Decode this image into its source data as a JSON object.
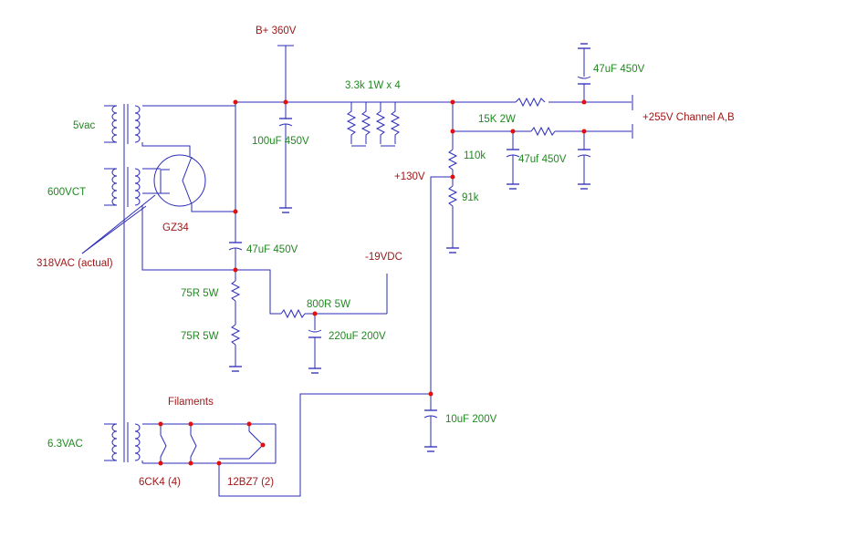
{
  "labels": {
    "bplus": "B+ 360V",
    "r_chain": "3.3k 1W x 4",
    "c_top_right": "47uF 450V",
    "output": "+255V Channel A,B",
    "r15k": "15K 2W",
    "c100": "100uF 450V",
    "r110k": "110k",
    "c47b": "47uf 450V",
    "plus130": "+130V",
    "r91k": "91k",
    "v5ac": "5vac",
    "v600": "600VCT",
    "gz34": "GZ34",
    "v318": "318VAC (actual)",
    "c47c": "47uF 450V",
    "neg19": "-19VDC",
    "r75a": "75R  5W",
    "r800": "800R 5W",
    "r75b": "75R  5W",
    "c220": "220uF 200V",
    "filaments": "Filaments",
    "c10": "10uF 200V",
    "v63": "6.3VAC",
    "tube6ck4": "6CK4 (4)",
    "tube12bz7": "12BZ7 (2)"
  },
  "colors": {
    "wire": "#2b2bb8",
    "node": "#e01010",
    "component_label": "#1e8a1e",
    "net_label": "#a01818"
  }
}
